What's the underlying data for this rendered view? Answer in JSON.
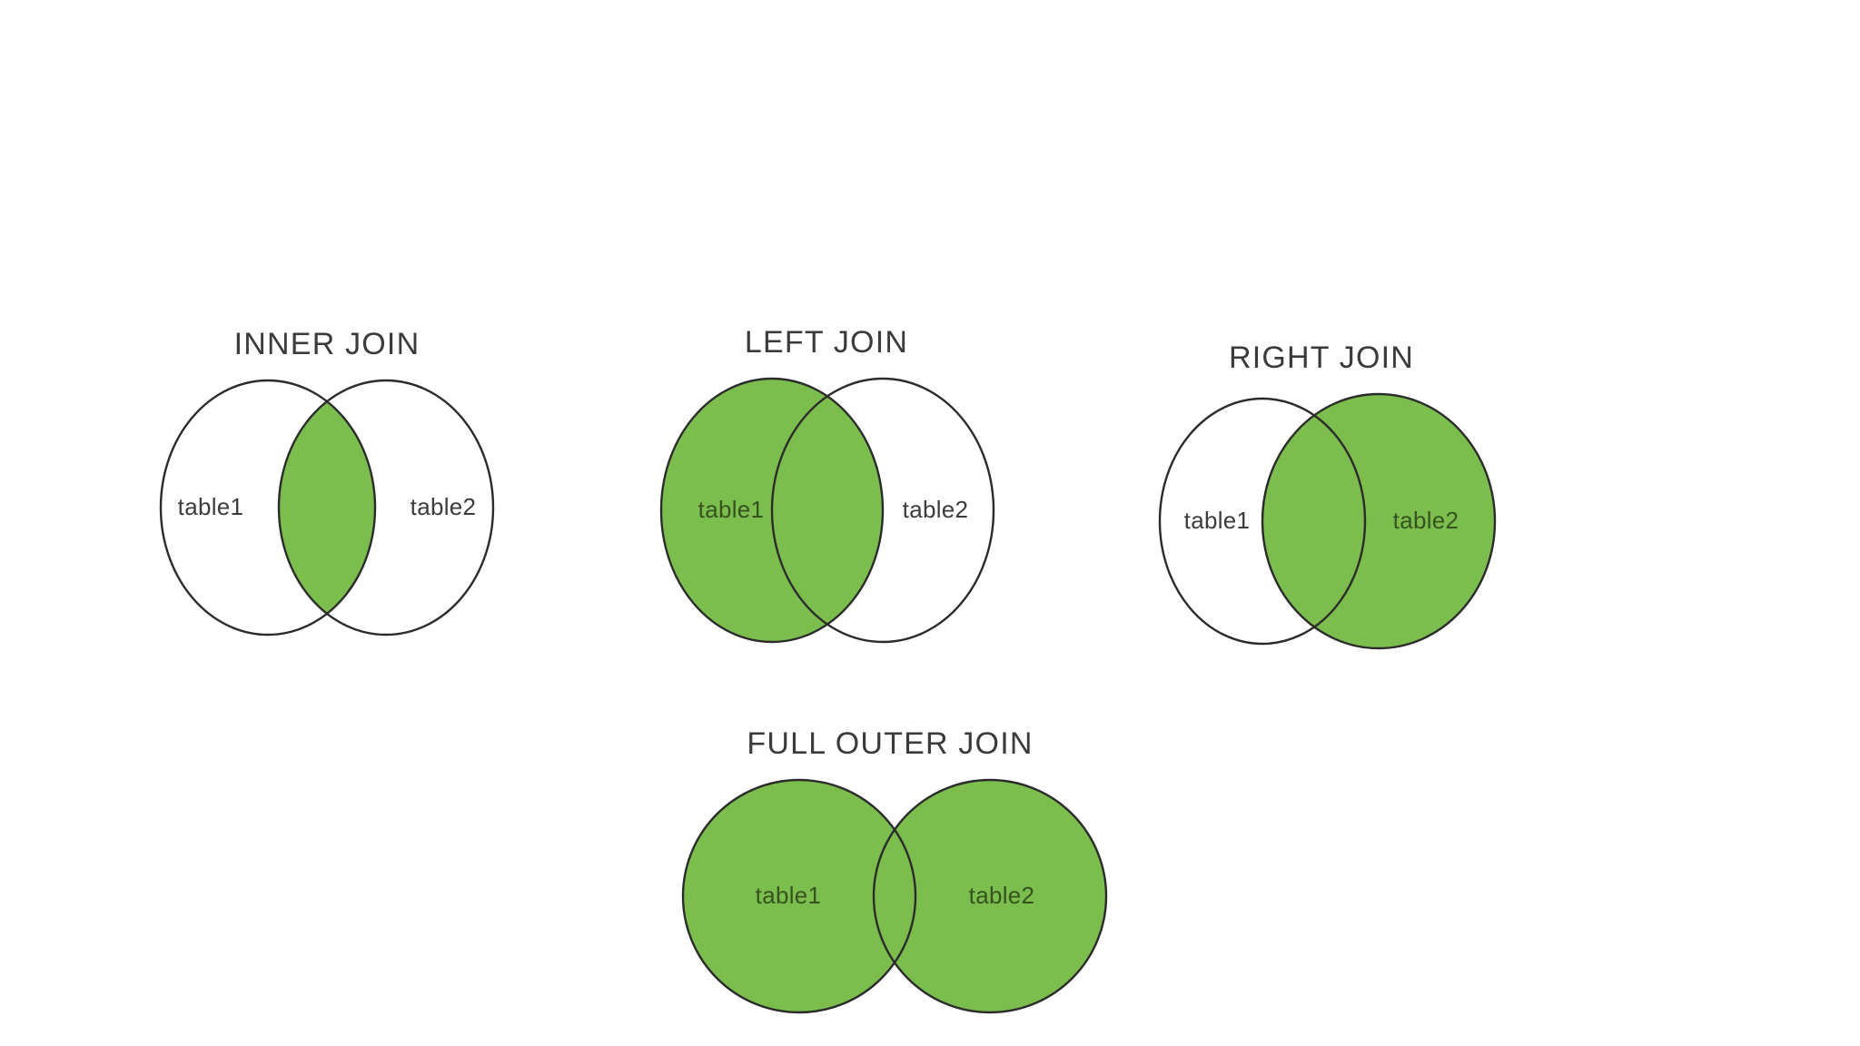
{
  "page": {
    "background_color": "#ffffff",
    "title_color": "#3b3b3b",
    "outline_color": "#2b2b2b",
    "fill_color": "#7cbe4e",
    "label_color_on_white": "#3b3b3b",
    "label_color_on_green": "#35521f"
  },
  "diagrams": [
    {
      "id": "inner-join",
      "title": "INNER JOIN",
      "left_label": "table1",
      "right_label": "table2",
      "shaded": "intersection",
      "left_filled": false,
      "right_filled": false,
      "intersection_filled": true
    },
    {
      "id": "left-join",
      "title": "LEFT JOIN",
      "left_label": "table1",
      "right_label": "table2",
      "shaded": "left-circle-and-intersection",
      "left_filled": true,
      "right_filled": false,
      "intersection_filled": true
    },
    {
      "id": "right-join",
      "title": "RIGHT JOIN",
      "left_label": "table1",
      "right_label": "table2",
      "shaded": "right-circle-and-intersection",
      "left_filled": false,
      "right_filled": true,
      "intersection_filled": true
    },
    {
      "id": "full-outer-join",
      "title": "FULL OUTER JOIN",
      "left_label": "table1",
      "right_label": "table2",
      "shaded": "both-circles",
      "left_filled": true,
      "right_filled": true,
      "intersection_filled": true
    }
  ]
}
